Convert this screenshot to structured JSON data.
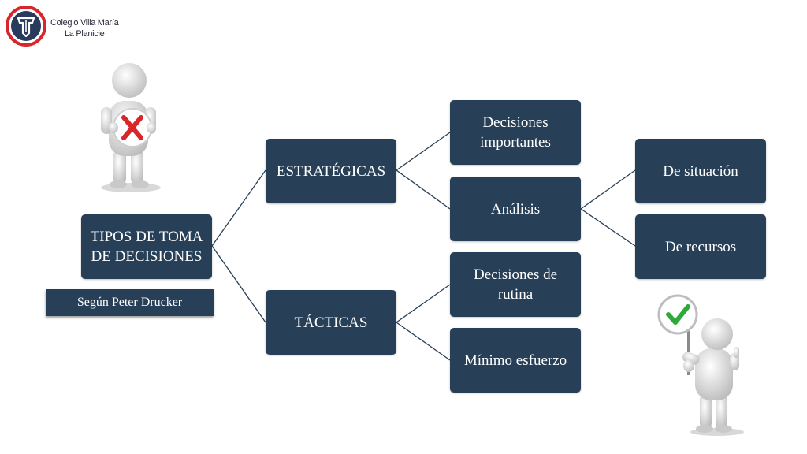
{
  "header": {
    "logo_icon": "school-crest-icon",
    "brand_line1": "Colegio Villa María",
    "brand_line2": "La Planicie"
  },
  "diagram": {
    "root": "TIPOS DE TOMA DE DECISIONES",
    "subtitle": "Según Peter Drucker",
    "level1": [
      "ESTRATÉGICAS",
      "TÁCTICAS"
    ],
    "strategic_children": [
      "Decisiones importantes",
      "Análisis"
    ],
    "analysis_children": [
      "De situación",
      "De recursos"
    ],
    "tactical_children": [
      "Decisiones de rutina",
      "Mínimo esfuerzo"
    ]
  },
  "decorations": {
    "left_figure": "person-holding-x-sign-icon",
    "right_figure": "person-holding-check-sign-icon"
  },
  "colors": {
    "box": "#273f57",
    "line": "#273f57",
    "x_mark": "#d9262b",
    "check_mark": "#2eaa3a",
    "logo_ring": "#d9262b"
  }
}
